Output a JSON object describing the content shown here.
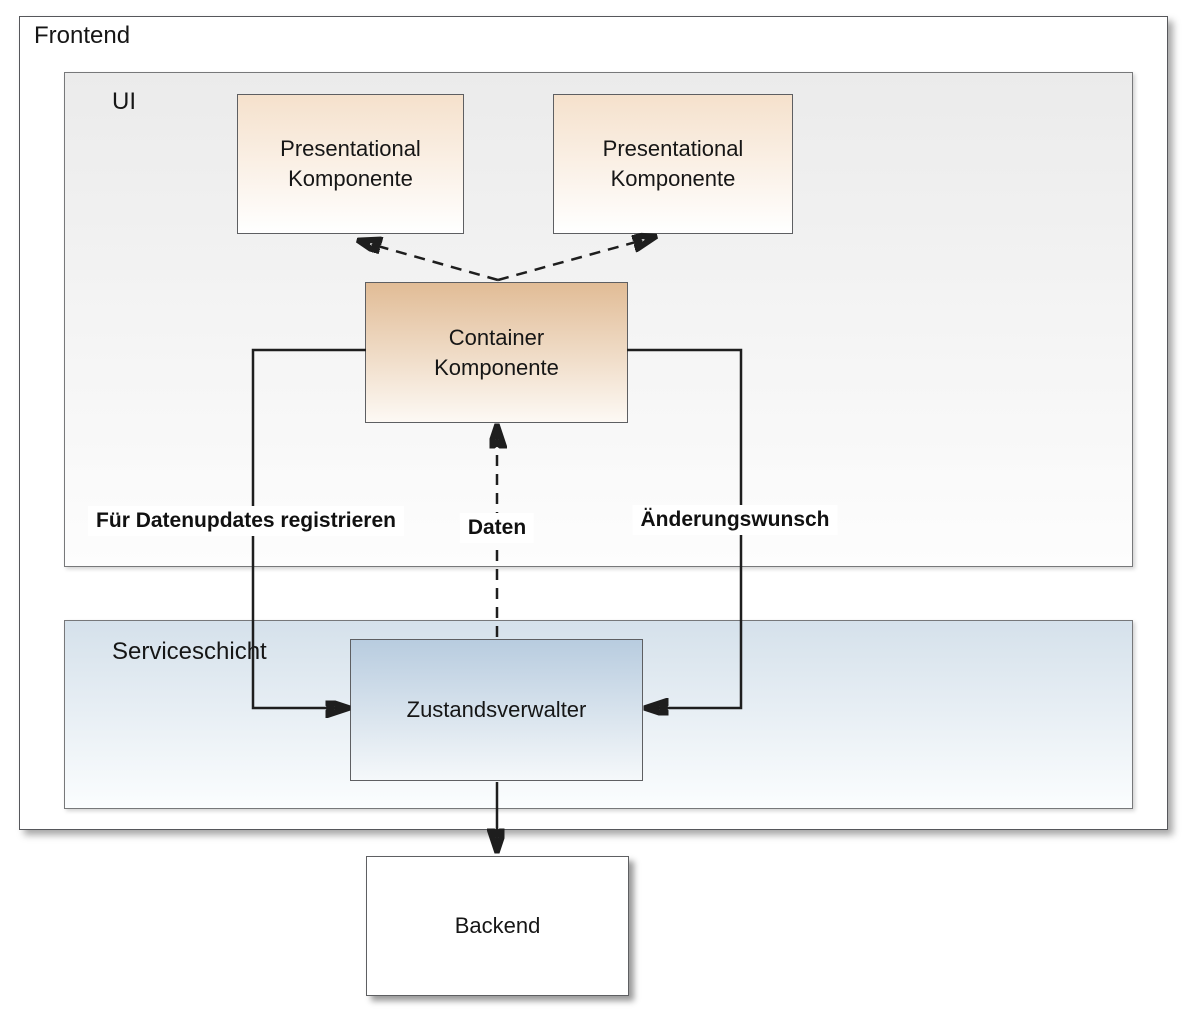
{
  "diagram": {
    "frontend": {
      "label": "Frontend"
    },
    "ui": {
      "label": "UI"
    },
    "service": {
      "label": "Serviceschicht"
    },
    "nodes": {
      "presentational_1": {
        "label": "Presentational\nKomponente"
      },
      "presentational_2": {
        "label": "Presentational\nKomponente"
      },
      "container": {
        "label": "Container\nKomponente"
      },
      "zustandsverwalter": {
        "label": "Zustandsverwalter"
      },
      "backend": {
        "label": "Backend"
      }
    },
    "edges": {
      "register": {
        "label": "Für Datenupdates registrieren",
        "style": "solid"
      },
      "daten": {
        "label": "Daten",
        "style": "dashed"
      },
      "aenderungswunsch": {
        "label": "Änderungswunsch",
        "style": "solid"
      },
      "container_to_presentational_left": {
        "style": "dashed"
      },
      "container_to_presentational_right": {
        "style": "dashed"
      },
      "zustand_to_backend": {
        "style": "solid"
      }
    },
    "colors": {
      "presentational_top": "#f5e1cc",
      "container_top": "#e1bc96",
      "state_top": "#b8ccdf",
      "service_top": "#d5e1eb",
      "ui_top": "#ebebeb",
      "line": "#1e1e1e",
      "border": "#5e5f62"
    }
  }
}
